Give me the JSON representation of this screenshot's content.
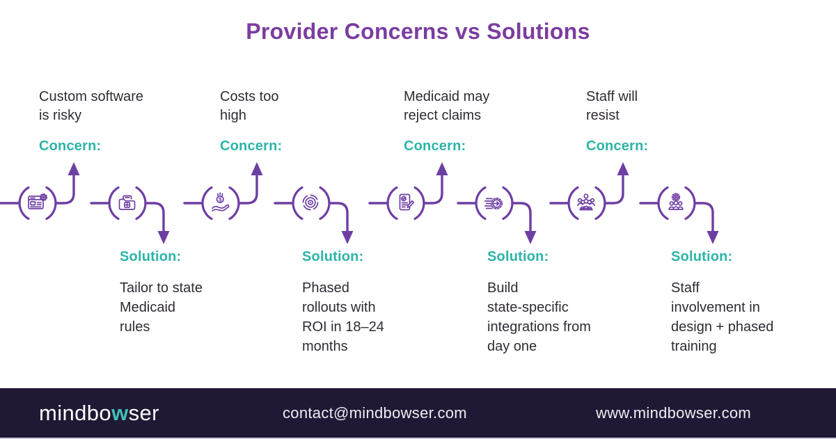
{
  "title": "Provider Concerns vs Solutions",
  "colors": {
    "purple": "#7B3CA0",
    "line_purple": "#6D3EA3",
    "teal": "#2CB4A9",
    "text_dark": "#2F2B33",
    "footer_bg": "#201834",
    "footer_text": "#EFEDF4",
    "logo_teal": "#40BFB6"
  },
  "labels": {
    "concern": "Concern:",
    "solution": "Solution:"
  },
  "items": [
    {
      "type": "concern",
      "icon": "software-window-icon",
      "text": [
        "Custom software",
        "is risky"
      ]
    },
    {
      "type": "solution",
      "icon": "medical-folder-icon",
      "text": [
        "Tailor to state",
        "Medicaid",
        "rules"
      ]
    },
    {
      "type": "concern",
      "icon": "hand-coin-icon",
      "text": [
        "Costs too",
        "high"
      ]
    },
    {
      "type": "solution",
      "icon": "process-target-icon",
      "text": [
        "Phased",
        "rollouts with",
        "ROI in 18–24",
        "months"
      ]
    },
    {
      "type": "concern",
      "icon": "claims-document-icon",
      "text": [
        "Medicaid may",
        "reject claims"
      ]
    },
    {
      "type": "solution",
      "icon": "ai-integration-icon",
      "text": [
        "Build",
        "state-specific",
        "integrations from",
        "day one"
      ]
    },
    {
      "type": "concern",
      "icon": "staff-group-icon",
      "text": [
        "Staff will",
        "resist"
      ]
    },
    {
      "type": "solution",
      "icon": "team-training-icon",
      "text": [
        "Staff",
        "involvement in",
        "design + phased",
        "training"
      ]
    }
  ],
  "footer": {
    "logo_prefix": "mindbo",
    "logo_w": "w",
    "logo_suffix": "ser",
    "email": "contact@mindbowser.com",
    "website": "www.mindbowser.com"
  }
}
